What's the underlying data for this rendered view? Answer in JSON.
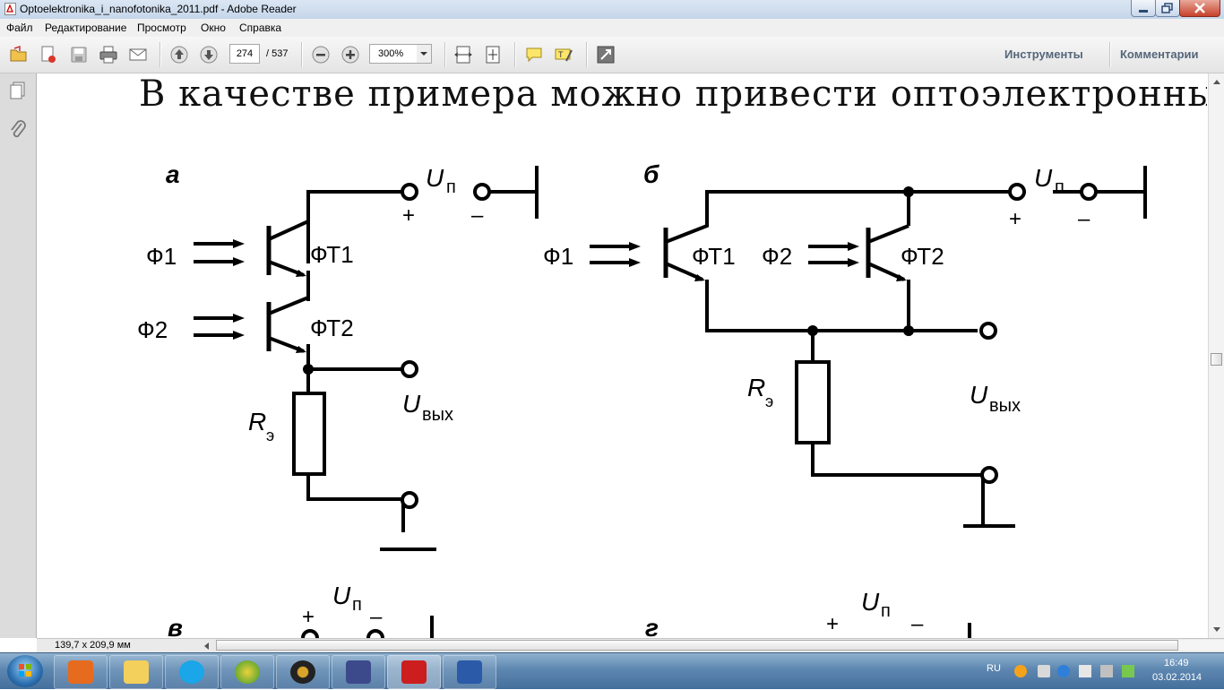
{
  "window": {
    "title": "Optoelektronika_i_nanofotonika_2011.pdf - Adobe Reader"
  },
  "menu": {
    "items": [
      "Файл",
      "Редактирование",
      "Просмотр",
      "Окно",
      "Справка"
    ]
  },
  "toolbar": {
    "page_current": "274",
    "page_total": "/ 537",
    "zoom": "300%",
    "tools_label": "Инструменты",
    "comments_label": "Комментарии"
  },
  "document": {
    "headline": "В качестве примера можно привести оптоэлектронны",
    "circuit": {
      "labels": {
        "a": "а",
        "b": "б",
        "v": "в",
        "g": "г",
        "phi1": "Ф1",
        "phi2": "Ф2",
        "ft1": "ФТ1",
        "ft2": "ФТ2",
        "u": "U",
        "u_sub": "п",
        "out_sub": "вых",
        "r": "R",
        "r_sub": "э",
        "plus": "+",
        "minus": "–"
      }
    }
  },
  "status": {
    "page_size": "139,7 x 209,9 мм"
  },
  "taskbar": {
    "lang": "RU",
    "time": "16:49",
    "date": "03.02.2014",
    "apps": [
      "media-player",
      "explorer",
      "skype",
      "browser",
      "audio-player",
      "equalizer",
      "adobe-reader",
      "word"
    ],
    "active_app": "adobe-reader"
  }
}
